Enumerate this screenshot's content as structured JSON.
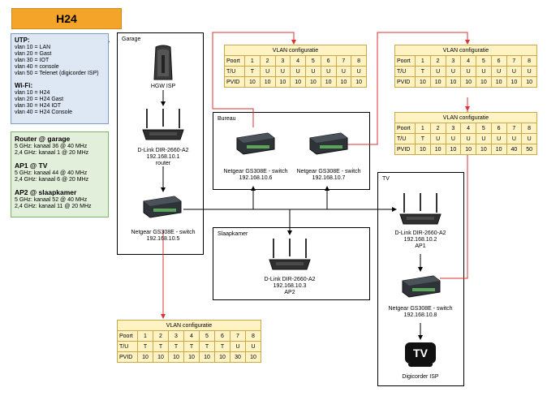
{
  "title": "H24 netwerkschema",
  "utp": {
    "heading": "UTP:",
    "lines": [
      "vlan 10 = LAN",
      "vlan 20 = Gast",
      "vlan 30 = IOT",
      "vlan 40 = console",
      "vlan 50 = Telenet (digicorder ISP)"
    ]
  },
  "wifi": {
    "heading": "Wi-Fi:",
    "lines": [
      "vlan 10 = H24",
      "vlan 20 = H24 Gast",
      "vlan 30 = H24 IOT",
      "vlan 40 = H24 Console"
    ]
  },
  "radios": [
    {
      "heading": "Router @ garage",
      "lines": [
        "5 GHz: kanaal 36 @ 40 MHz",
        "2,4 GHz: kanaal 1 @ 20 MHz"
      ]
    },
    {
      "heading": "AP1 @ TV",
      "lines": [
        "5 GHz: kanaal 44 @ 40 MHz",
        "2,4 GHz: kanaal 6 @ 20 MHz"
      ]
    },
    {
      "heading": "AP2 @ slaapkamer",
      "lines": [
        "5 GHz: kanaal 52 @ 40 MHz",
        "2,4 GHz: kanaal 11 @ 20 MHz"
      ]
    }
  ],
  "rooms": {
    "garage": "Garage",
    "bureau": "Bureau",
    "slaapkamer": "Slaapkamer",
    "tv": "TV"
  },
  "devices": {
    "hgw": [
      "HGW ISP"
    ],
    "router": [
      "D-Link DIR-2660-A2",
      "192.168.10.1",
      "router"
    ],
    "garage_switch": [
      "Netgear GS308E - switch",
      "192.168.10.5"
    ],
    "bureau_switch1": [
      "Netgear GS308E - switch",
      "192.168.10.6"
    ],
    "bureau_switch2": [
      "Netgear GS308E - switch",
      "192.168.10.7"
    ],
    "ap2": [
      "D-Link DIR-2660-A2",
      "192.168.10.3",
      "AP2"
    ],
    "ap1": [
      "D-Link DIR-2660-A2",
      "192.168.10.2",
      "AP1"
    ],
    "tv_switch": [
      "Netgear GS308E - switch",
      "192.168.10.8"
    ],
    "digicorder": [
      "Digicorder ISP"
    ],
    "tv_logo": "TV"
  },
  "vlan_tables": [
    {
      "caption": "VLAN configuratie",
      "ports": [
        "1",
        "2",
        "3",
        "4",
        "5",
        "6",
        "7",
        "8"
      ],
      "tu": [
        "T",
        "U",
        "U",
        "U",
        "U",
        "U",
        "U",
        "U"
      ],
      "pvid": [
        "10",
        "10",
        "10",
        "10",
        "10",
        "10",
        "10",
        "10"
      ],
      "row_labels": [
        "Poort",
        "T/U",
        "PVID"
      ]
    },
    {
      "caption": "VLAN configuratie",
      "ports": [
        "1",
        "2",
        "3",
        "4",
        "5",
        "6",
        "7",
        "8"
      ],
      "tu": [
        "T",
        "U",
        "U",
        "U",
        "U",
        "U",
        "U",
        "U"
      ],
      "pvid": [
        "10",
        "10",
        "10",
        "10",
        "10",
        "10",
        "10",
        "10"
      ],
      "row_labels": [
        "Poort",
        "T/U",
        "PVID"
      ]
    },
    {
      "caption": "VLAN configuratie",
      "ports": [
        "1",
        "2",
        "3",
        "4",
        "5",
        "6",
        "7",
        "8"
      ],
      "tu": [
        "T",
        "U",
        "U",
        "U",
        "U",
        "U",
        "U",
        "U"
      ],
      "pvid": [
        "10",
        "10",
        "10",
        "10",
        "10",
        "10",
        "40",
        "50"
      ],
      "row_labels": [
        "Poort",
        "T/U",
        "PVID"
      ]
    },
    {
      "caption": "VLAN configuratie",
      "ports": [
        "1",
        "2",
        "3",
        "4",
        "5",
        "6",
        "7",
        "8"
      ],
      "tu": [
        "T",
        "T",
        "T",
        "T",
        "T",
        "T",
        "U",
        "U"
      ],
      "pvid": [
        "10",
        "10",
        "10",
        "10",
        "10",
        "10",
        "30",
        "10"
      ],
      "row_labels": [
        "Poort",
        "T/U",
        "PVID"
      ]
    }
  ],
  "colors": {
    "title_bg": "#f5a42a",
    "vlan_bg": "#fff3c4",
    "vlan_link": "#e03030",
    "utp_bg": "#dde8f4",
    "radio_bg": "#e2efdb"
  }
}
